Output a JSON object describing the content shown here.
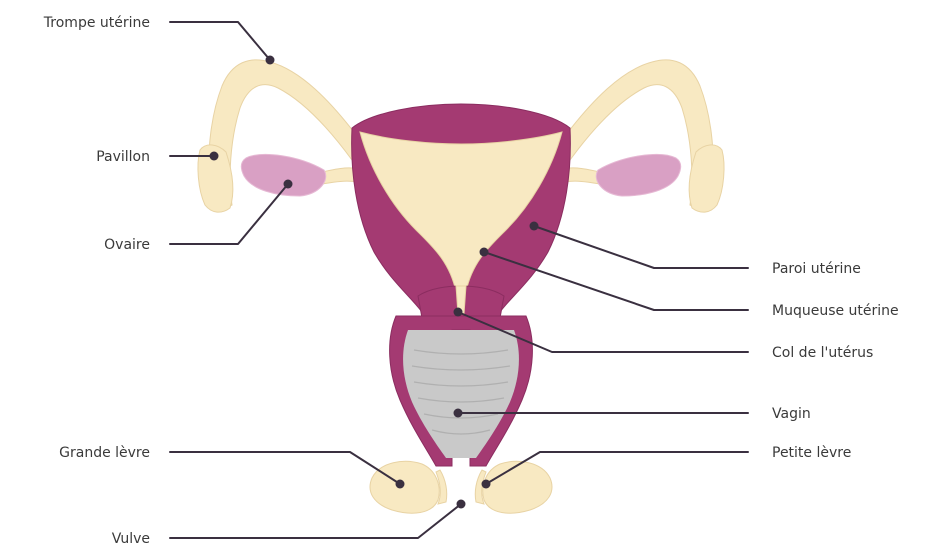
{
  "colors": {
    "tissue": "#f8e9c2",
    "tissue_stroke": "#e8d3a4",
    "uterus_wall": "#a43a72",
    "uterus_dark": "#8b2d60",
    "ovary": "#d9a0c4",
    "ovary_light": "#e6b9d4",
    "vagina": "#c9c9c9",
    "vagina_lines": "#b0b0b0",
    "leader": "#3a3040",
    "text": "#3a3a3a"
  },
  "labels": {
    "trompe": "Trompe utérine",
    "pavillon": "Pavillon",
    "ovaire": "Ovaire",
    "grande_levre": "Grande lèvre",
    "vulve": "Vulve",
    "paroi": "Paroi utérine",
    "muqueuse": "Muqueuse utérine",
    "col": "Col de l'utérus",
    "vagin": "Vagin",
    "petite_levre": "Petite lèvre"
  }
}
